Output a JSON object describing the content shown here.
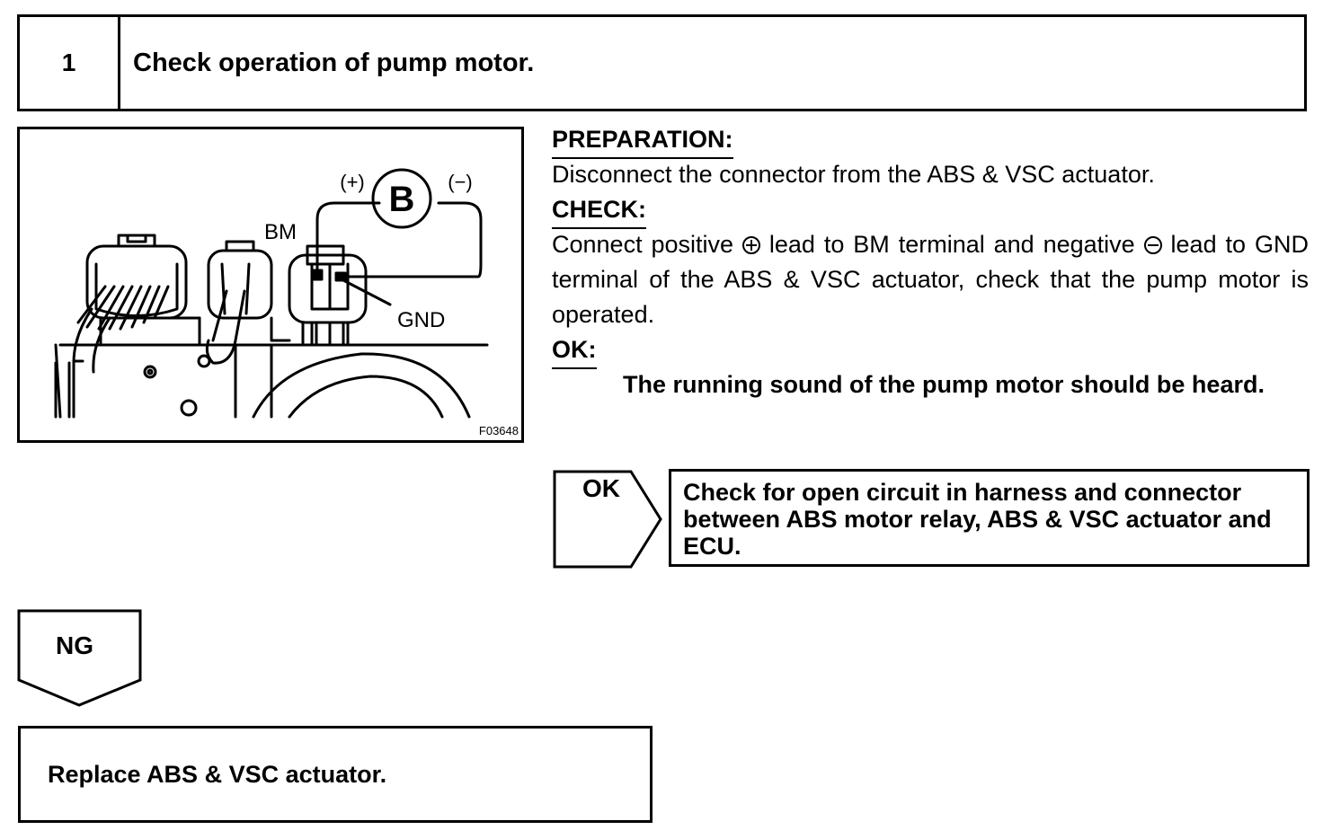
{
  "step": {
    "number": "1",
    "title": "Check operation of pump motor."
  },
  "figure": {
    "battery_label": "B",
    "positive_label": "(+)",
    "negative_label": "(−)",
    "bm_label": "BM",
    "gnd_label": "GND",
    "figure_code": "F03648"
  },
  "preparation": {
    "heading": "PREPARATION:",
    "text": "Disconnect the connector from the ABS & VSC actuator."
  },
  "check": {
    "heading": "CHECK:",
    "text_part1": "Connect positive",
    "text_part2": "lead to BM terminal and negative",
    "text_part3": "lead to GND terminal of the ABS & VSC actuator, check that the pump motor is operated.",
    "positive_symbol": "plus-in-circle-icon",
    "negative_symbol": "minus-in-circle-icon"
  },
  "ok": {
    "heading": "OK:",
    "text": "The running sound of the pump motor should be heard."
  },
  "ok_branch": {
    "tag": "OK",
    "result": "Check for open circuit in harness and connector between ABS motor relay, ABS & VSC actuator and ECU."
  },
  "ng_branch": {
    "tag": "NG",
    "result": "Replace ABS & VSC actuator."
  }
}
